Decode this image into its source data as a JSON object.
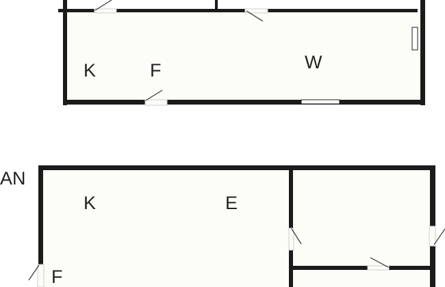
{
  "floor_plan": {
    "upper_unit": {
      "labels": [
        "K",
        "F",
        "W"
      ]
    },
    "lower_unit": {
      "prefix_label": "AN",
      "labels": [
        "K",
        "E",
        "F"
      ]
    }
  },
  "colors": {
    "wall": "#1b1b1b",
    "floor": "#fdfdf7",
    "label": "#222222"
  }
}
